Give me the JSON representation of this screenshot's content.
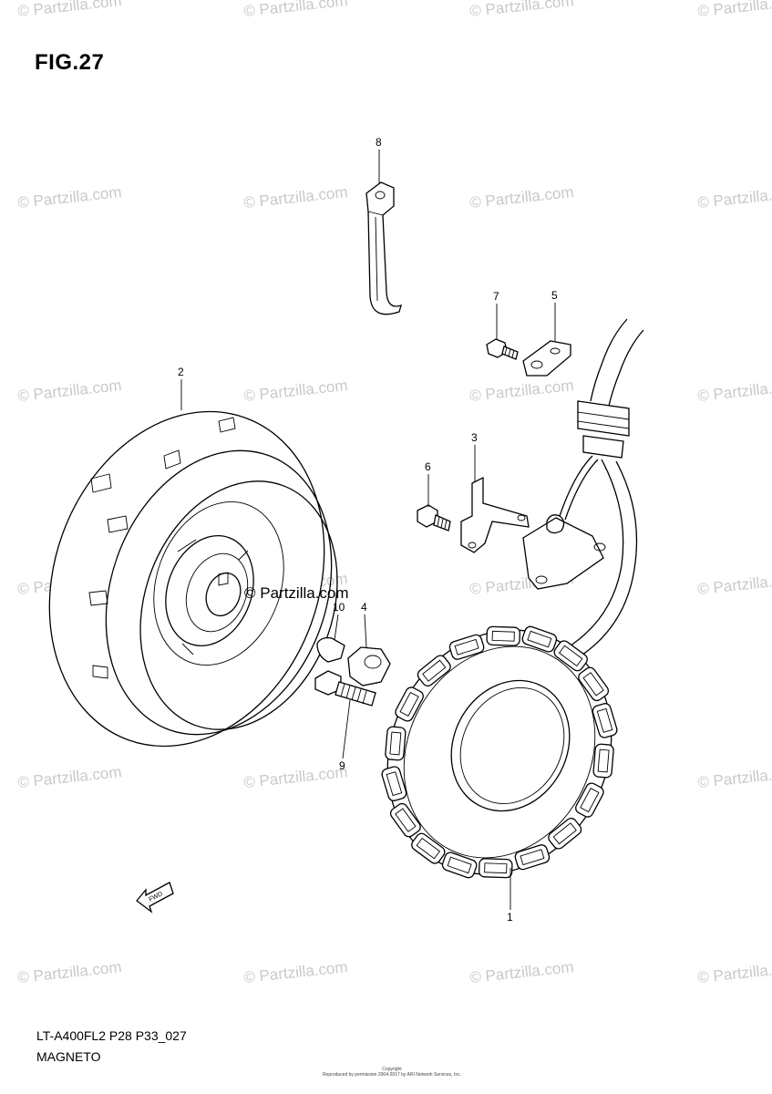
{
  "figure": {
    "title": "FIG.27"
  },
  "watermark": {
    "text": "© Partzilla.com",
    "center_text": "© Partzilla.com"
  },
  "callouts": [
    "8",
    "7",
    "5",
    "2",
    "3",
    "6",
    "10",
    "4",
    "9",
    "1"
  ],
  "direction_marker": {
    "text": "FWD"
  },
  "footer": {
    "model_code": "LT-A400FL2 P28 P33_027",
    "section_name": "MAGNETO"
  },
  "copyright": {
    "line1": "Copyright",
    "line2": "Reproduced by permission 2004-2017 by ARI Network Services, Inc."
  }
}
